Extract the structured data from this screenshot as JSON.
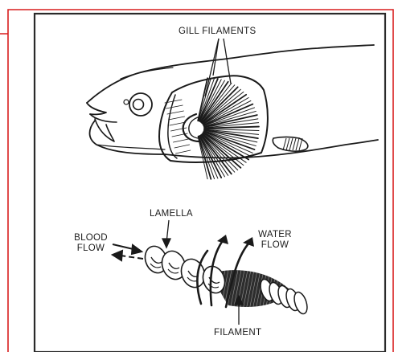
{
  "labels": {
    "gill_filaments": "GILL FILAMENTS",
    "lamella": "LAMELLA",
    "blood_flow_line1": "BLOOD",
    "blood_flow_line2": "FLOW",
    "water_flow_line1": "WATER",
    "water_flow_line2": "FLOW",
    "filament": "FILAMENT"
  },
  "colors": {
    "frame_border": "#d81e1e",
    "diagram_border": "#2a2a2a",
    "ink": "#1a1a1a"
  }
}
